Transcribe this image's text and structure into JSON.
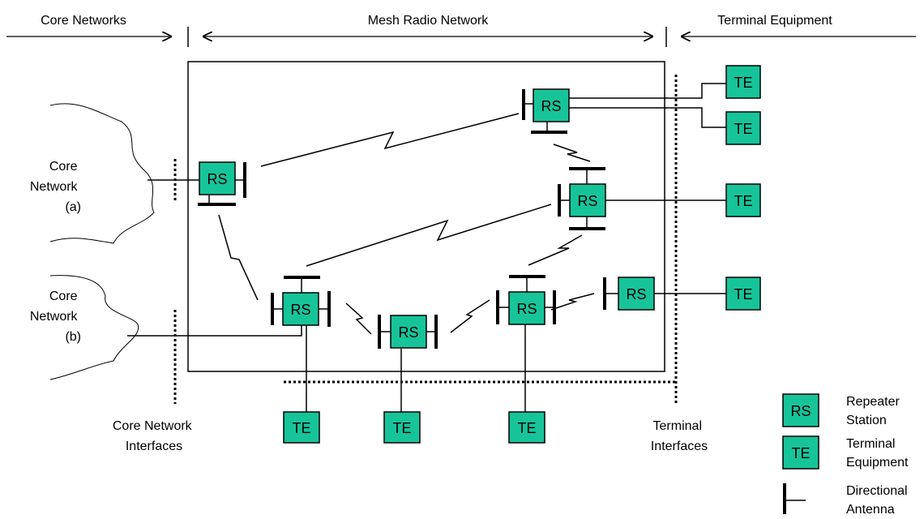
{
  "header": {
    "core_networks": "Core Networks",
    "mesh_radio_network": "Mesh Radio Network",
    "terminal_equipment": "Terminal Equipment"
  },
  "core_network_a": [
    "Core",
    "Network",
    "(a)"
  ],
  "core_network_b": [
    "Core",
    "Network",
    "(b)"
  ],
  "interfaces": {
    "core_network": [
      "Core Network",
      "Interfaces"
    ],
    "terminal": [
      "Terminal",
      "Interfaces"
    ]
  },
  "node_labels": {
    "repeater": "RS",
    "terminal": "TE"
  },
  "legend": {
    "repeater_station": [
      "Repeater",
      "Station"
    ],
    "terminal_equipment": [
      "Terminal",
      "Equipment"
    ],
    "directional_antenna": [
      "Directional",
      "Antenna"
    ]
  },
  "colors": {
    "node_fill": "#17C49A",
    "stroke": "#000000",
    "background": "#FFFFFF"
  }
}
